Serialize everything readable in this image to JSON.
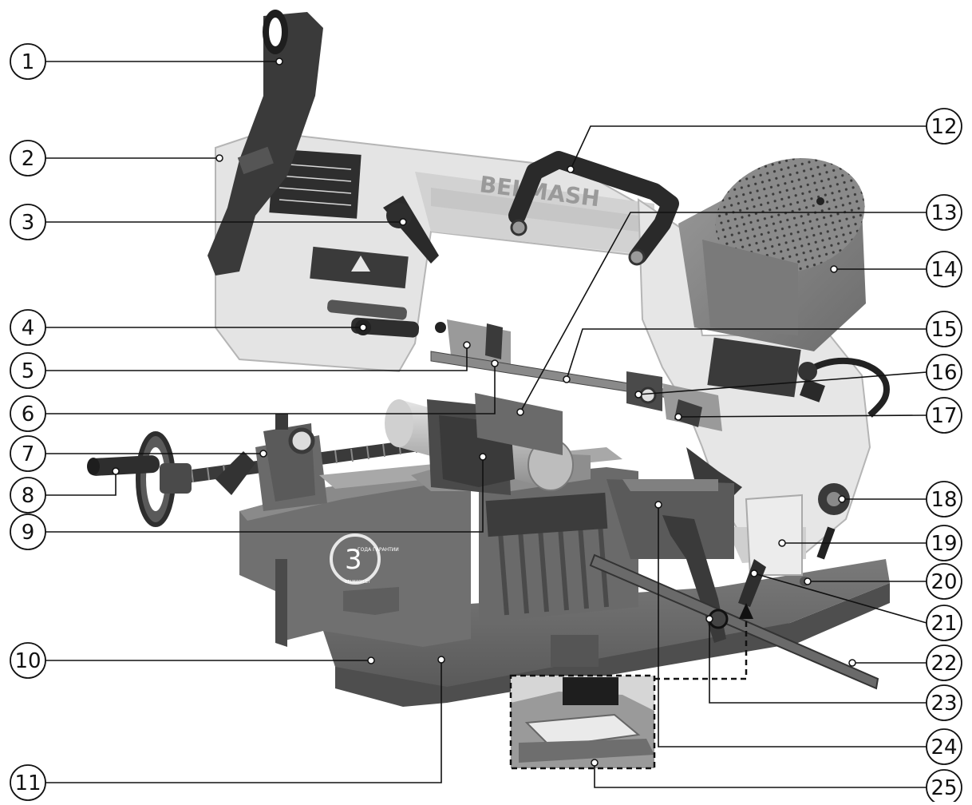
{
  "diagram": {
    "brand_text": "BELMASH",
    "badge_number": "3",
    "badge_text": "ГОДА ГАРАНТИИ",
    "badge_url": "BELMASH.BY",
    "callouts_left": [
      "1",
      "2",
      "3",
      "4",
      "5",
      "6",
      "7",
      "8",
      "9",
      "10",
      "11"
    ],
    "callouts_right": [
      "12",
      "13",
      "14",
      "15",
      "16",
      "17",
      "18",
      "19",
      "20",
      "21",
      "22",
      "23",
      "24",
      "25"
    ]
  }
}
